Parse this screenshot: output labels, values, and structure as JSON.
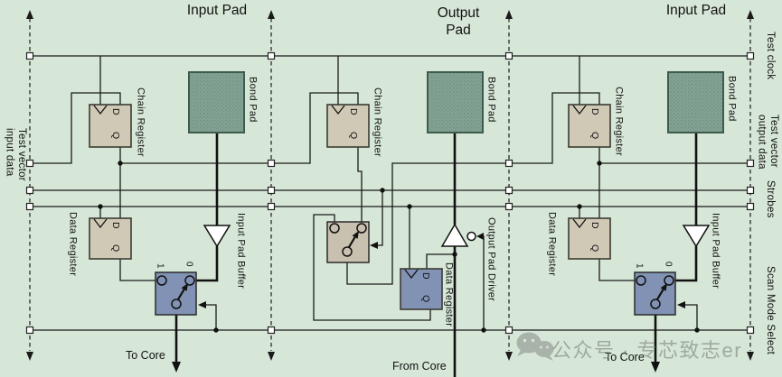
{
  "cells": [
    {
      "title": "Input Pad"
    },
    {
      "title": "Output Pad"
    },
    {
      "title": "Input Pad"
    }
  ],
  "components": {
    "bond_pad": "Bond Pad",
    "chain_register": "Chain Register",
    "data_register": "Data Register",
    "input_pad_buffer": "Input Pad Buffer",
    "output_pad_driver": "Output Pad Driver"
  },
  "pins": {
    "d": "D",
    "q": "Q",
    "mux_one": "1",
    "mux_zero": "0"
  },
  "signals": {
    "test_vector_input_data": "Test vector input data",
    "test_clock": "Test clock",
    "test_vector_output_data": "Test vector output data",
    "strobes": "Strobes",
    "scan_mode_select": "Scan Mode Select",
    "to_core": "To Core",
    "from_core": "From Core"
  },
  "watermark": {
    "icon": "wechat-icon",
    "text": "公众号 · 专芯致志er"
  },
  "colors": {
    "background": "#d7e7d7",
    "bond_pad_fill": "#7f9e90",
    "bond_pad_border": "#3c5c4e",
    "register_tan": "#d0c9b6",
    "register_blue": "#8292b4",
    "mux_tan": "#c9c1af",
    "line": "#1a1a1a",
    "watermark_gray": "#7d847c"
  }
}
